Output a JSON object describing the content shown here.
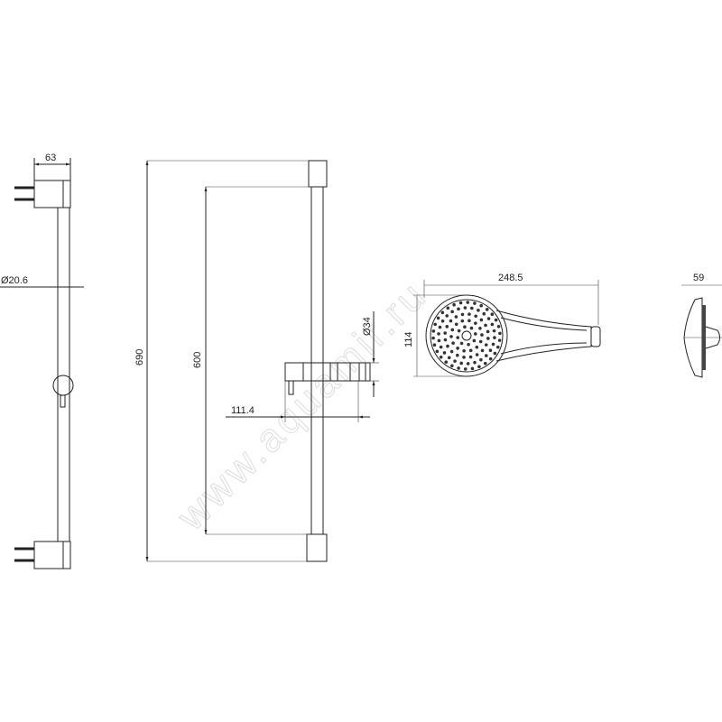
{
  "watermark": "www.aquamir.ru",
  "dimensions": {
    "bracket_depth": "63",
    "rod_diameter": "Ø20.6",
    "total_length": "690",
    "mount_spacing": "600",
    "slider_diameter": "Ø34",
    "slider_offset": "111.4",
    "handshower_length": "248.5",
    "handshower_width": "114",
    "handshower_depth": "59"
  }
}
